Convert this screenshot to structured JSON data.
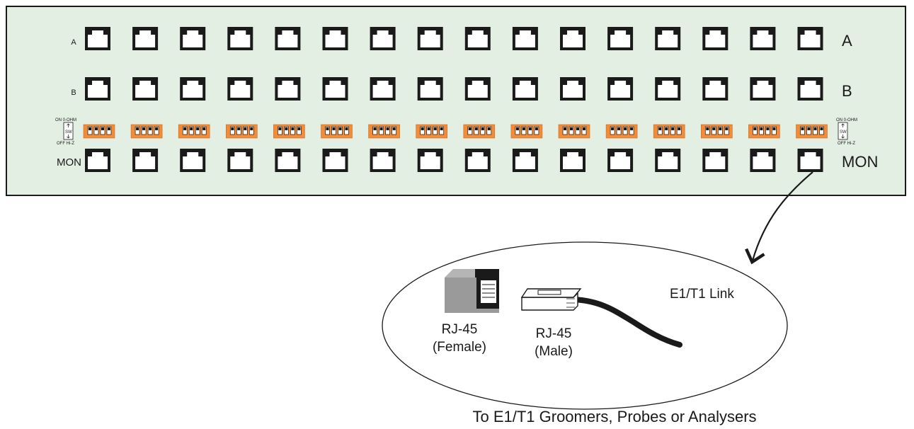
{
  "panel": {
    "background": "#e4efe3",
    "port_count_per_row": 16,
    "rows": [
      {
        "left_label": "A",
        "right_label": "A"
      },
      {
        "left_label": "B",
        "right_label": "B"
      },
      {
        "left_label": "MON",
        "right_label": "MON"
      }
    ],
    "switch_legend_left": {
      "top": "ON 0-OHM",
      "mid": "SW",
      "bottom": "OFF Hi-Z"
    },
    "switch_legend_right": {
      "top": "ON 0-OHM",
      "mid": "SW",
      "bottom": "OFF Hi-Z"
    },
    "dip_switch_color": "#f28c38",
    "dip_positions_per_block": 4
  },
  "detail": {
    "link_label": "E1/T1 Link",
    "female_label_line1": "RJ-45",
    "female_label_line2": "(Female)",
    "male_label_line1": "RJ-45",
    "male_label_line2": "(Male)",
    "caption": "To E1/T1 Groomers, Probes or Analysers"
  }
}
